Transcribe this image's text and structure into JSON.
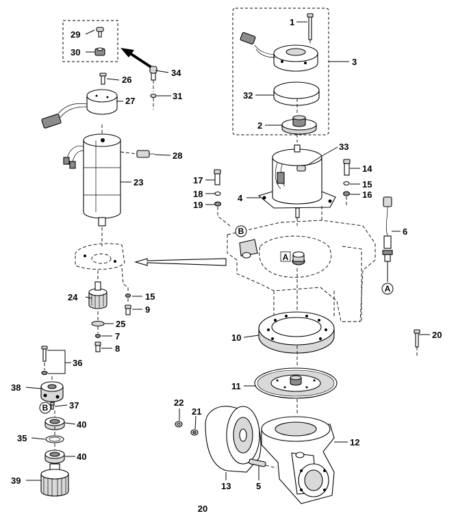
{
  "page_number": "20",
  "reference_markers": {
    "a": "A",
    "b": "B"
  },
  "callouts": {
    "c1": "1",
    "c2": "2",
    "c3": "3",
    "c4": "4",
    "c5": "5",
    "c6": "6",
    "c7": "7",
    "c8": "8",
    "c9": "9",
    "c10": "10",
    "c11": "11",
    "c12": "12",
    "c13": "13",
    "c14": "14",
    "c15a": "15",
    "c15b": "15",
    "c16": "16",
    "c17": "17",
    "c18": "18",
    "c19": "19",
    "c20": "20",
    "c21": "21",
    "c22": "22",
    "c23": "23",
    "c24": "24",
    "c25": "25",
    "c26": "26",
    "c27": "27",
    "c28": "28",
    "c29": "29",
    "c30": "30",
    "c31": "31",
    "c32": "32",
    "c33": "33",
    "c34": "34",
    "c35": "35",
    "c36": "36",
    "c37": "37",
    "c38": "38",
    "c39": "39",
    "c40a": "40",
    "c40b": "40"
  }
}
